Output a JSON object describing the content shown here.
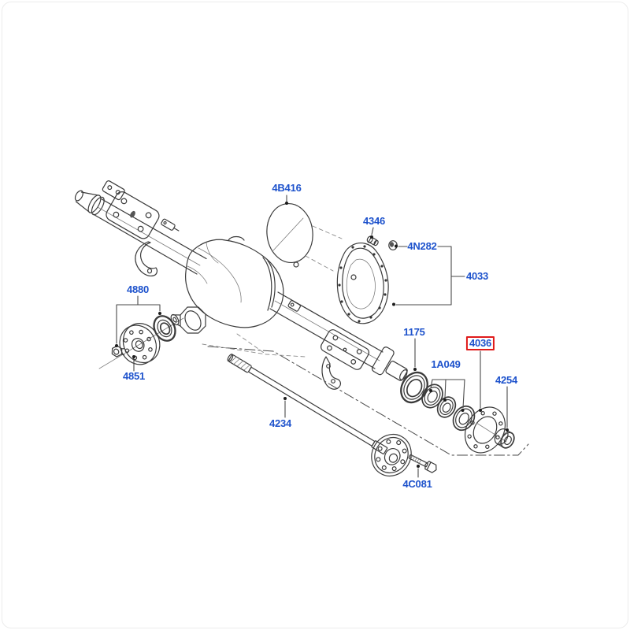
{
  "diagram": {
    "label_color": "#1d52cc",
    "highlight_box_color": "#e01b1b",
    "line_color": "#3a3a3a",
    "labels": [
      {
        "part": "4B416",
        "highlighted": false
      },
      {
        "part": "4346",
        "highlighted": false
      },
      {
        "part": "4N282",
        "highlighted": false
      },
      {
        "part": "4033",
        "highlighted": false
      },
      {
        "part": "4880",
        "highlighted": false
      },
      {
        "part": "4851",
        "highlighted": false
      },
      {
        "part": "1175",
        "highlighted": false
      },
      {
        "part": "1A049",
        "highlighted": false
      },
      {
        "part": "4036",
        "highlighted": true
      },
      {
        "part": "4254",
        "highlighted": false
      },
      {
        "part": "4234",
        "highlighted": false
      },
      {
        "part": "4C081",
        "highlighted": false
      }
    ]
  }
}
